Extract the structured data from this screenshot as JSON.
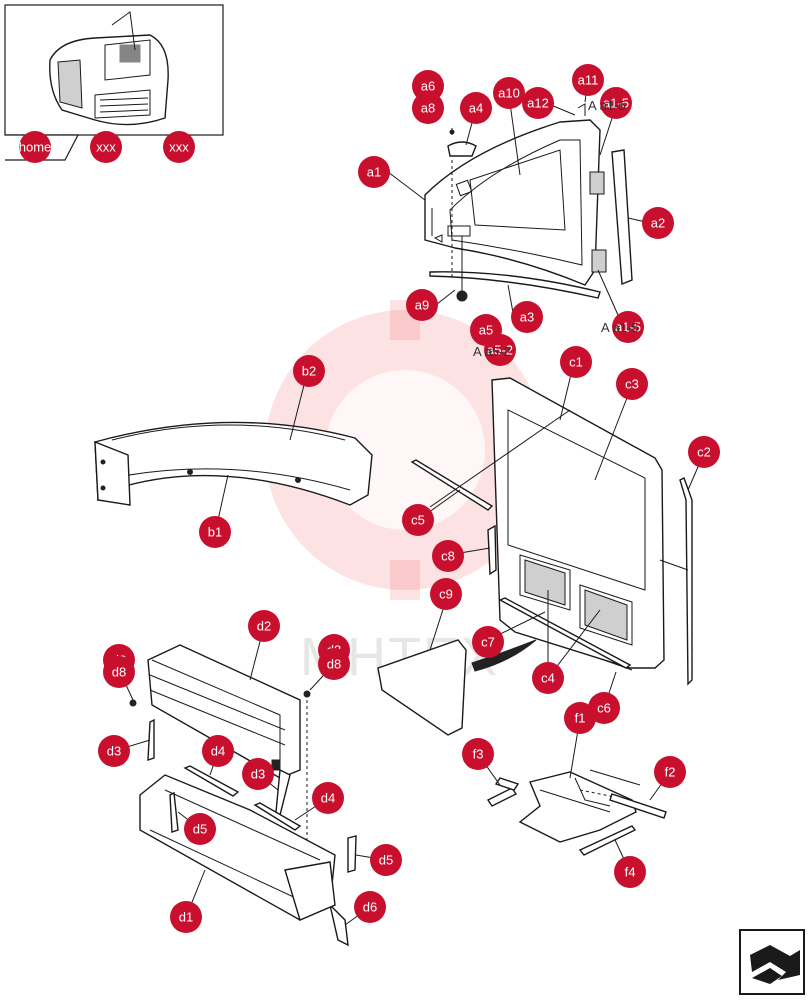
{
  "nav": {
    "home": "home",
    "prev": "xxx",
    "next": "xxx"
  },
  "watermark": "MHTEX",
  "refs": {
    "r1": "A a1-5",
    "r2": "A a1-5",
    "r3": "A a5-2"
  },
  "callouts": {
    "a1": "a1",
    "a2": "a2",
    "a3": "a3",
    "a4": "a4",
    "a5": "a5-2",
    "a5b": "a5",
    "a6": "a6",
    "a8": "a8",
    "a9": "a9",
    "a10": "a10",
    "a11": "a11",
    "a12": "a12",
    "a15a": "a1-5",
    "a15b": "a1-5",
    "b1": "b1",
    "b2": "b2",
    "c1": "c1",
    "c2": "c2",
    "c3": "c3",
    "c4": "c4",
    "c5": "c5",
    "c6": "c6",
    "c7": "c7",
    "c8": "c8",
    "c9": "c9",
    "d1": "d1",
    "d2": "d2",
    "d3a": "d3",
    "d3b": "d3",
    "d4a": "d4",
    "d4b": "d4",
    "d5a": "d5",
    "d5b": "d5",
    "d6": "d6",
    "d8a": "d8",
    "d8b": "d8",
    "d8c": "d8",
    "d8d": "d8",
    "f1": "f1",
    "f2": "f2",
    "f3": "f3",
    "f4": "f4"
  }
}
